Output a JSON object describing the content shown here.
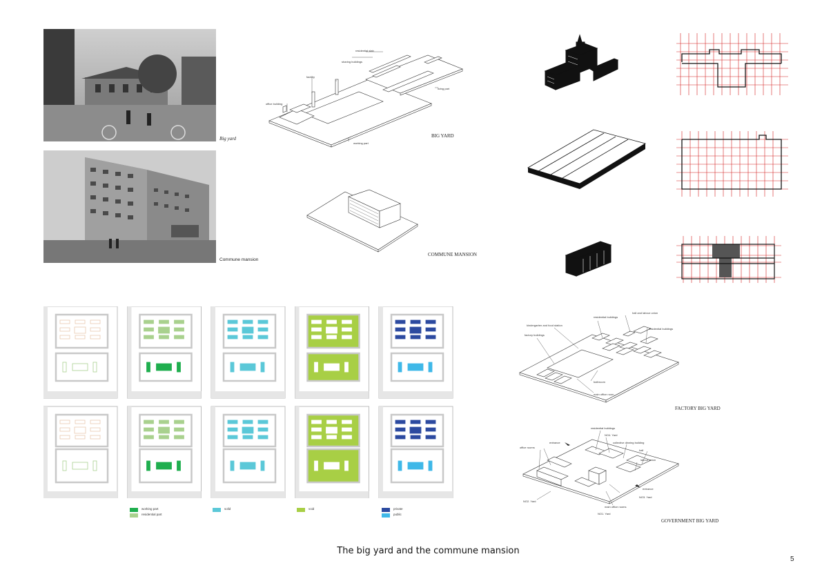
{
  "photos": {
    "big_yard_caption": "Big yard",
    "commune_caption": "Commune mansion"
  },
  "axonometrics": {
    "big_yard_title": "BIG YARD",
    "commune_title": "COMMUNE MANSION",
    "big_yard_labels": [
      "residential slab",
      "sharing buildings",
      "factory",
      "office building",
      "living part",
      "working part"
    ]
  },
  "yard_plans": {
    "factory_title": "FACTORY BIG YARD",
    "government_title": "GOVERNMENT BIG YARD",
    "factory_labels": [
      "residential buildings",
      "hall and labour union",
      "kindergarten and food station",
      "residential buildings",
      "factory buildings",
      "bathroom",
      "main office room"
    ],
    "government_labels": [
      "residential buildings",
      "NO4. Yard",
      "entrance",
      "collective dinning building",
      "office rooms",
      "hall",
      "labour union",
      "entrance",
      "NO3. Yard",
      "main office rooms",
      "NO2. Yard",
      "NO1. Yard"
    ]
  },
  "legend": {
    "working": "working part",
    "residential": "residential part",
    "solid": "solid",
    "void": "void",
    "private": "private",
    "public": "public",
    "colors": {
      "working": "#1fae4e",
      "residential": "#a9d18e",
      "solid": "#5bc8d8",
      "void": "#a8cf45",
      "private": "#2c4aa0",
      "public": "#3fb8e8",
      "red": "#d32020"
    }
  },
  "footer": {
    "title": "The big yard and the commune mansion",
    "page_number": "5"
  }
}
